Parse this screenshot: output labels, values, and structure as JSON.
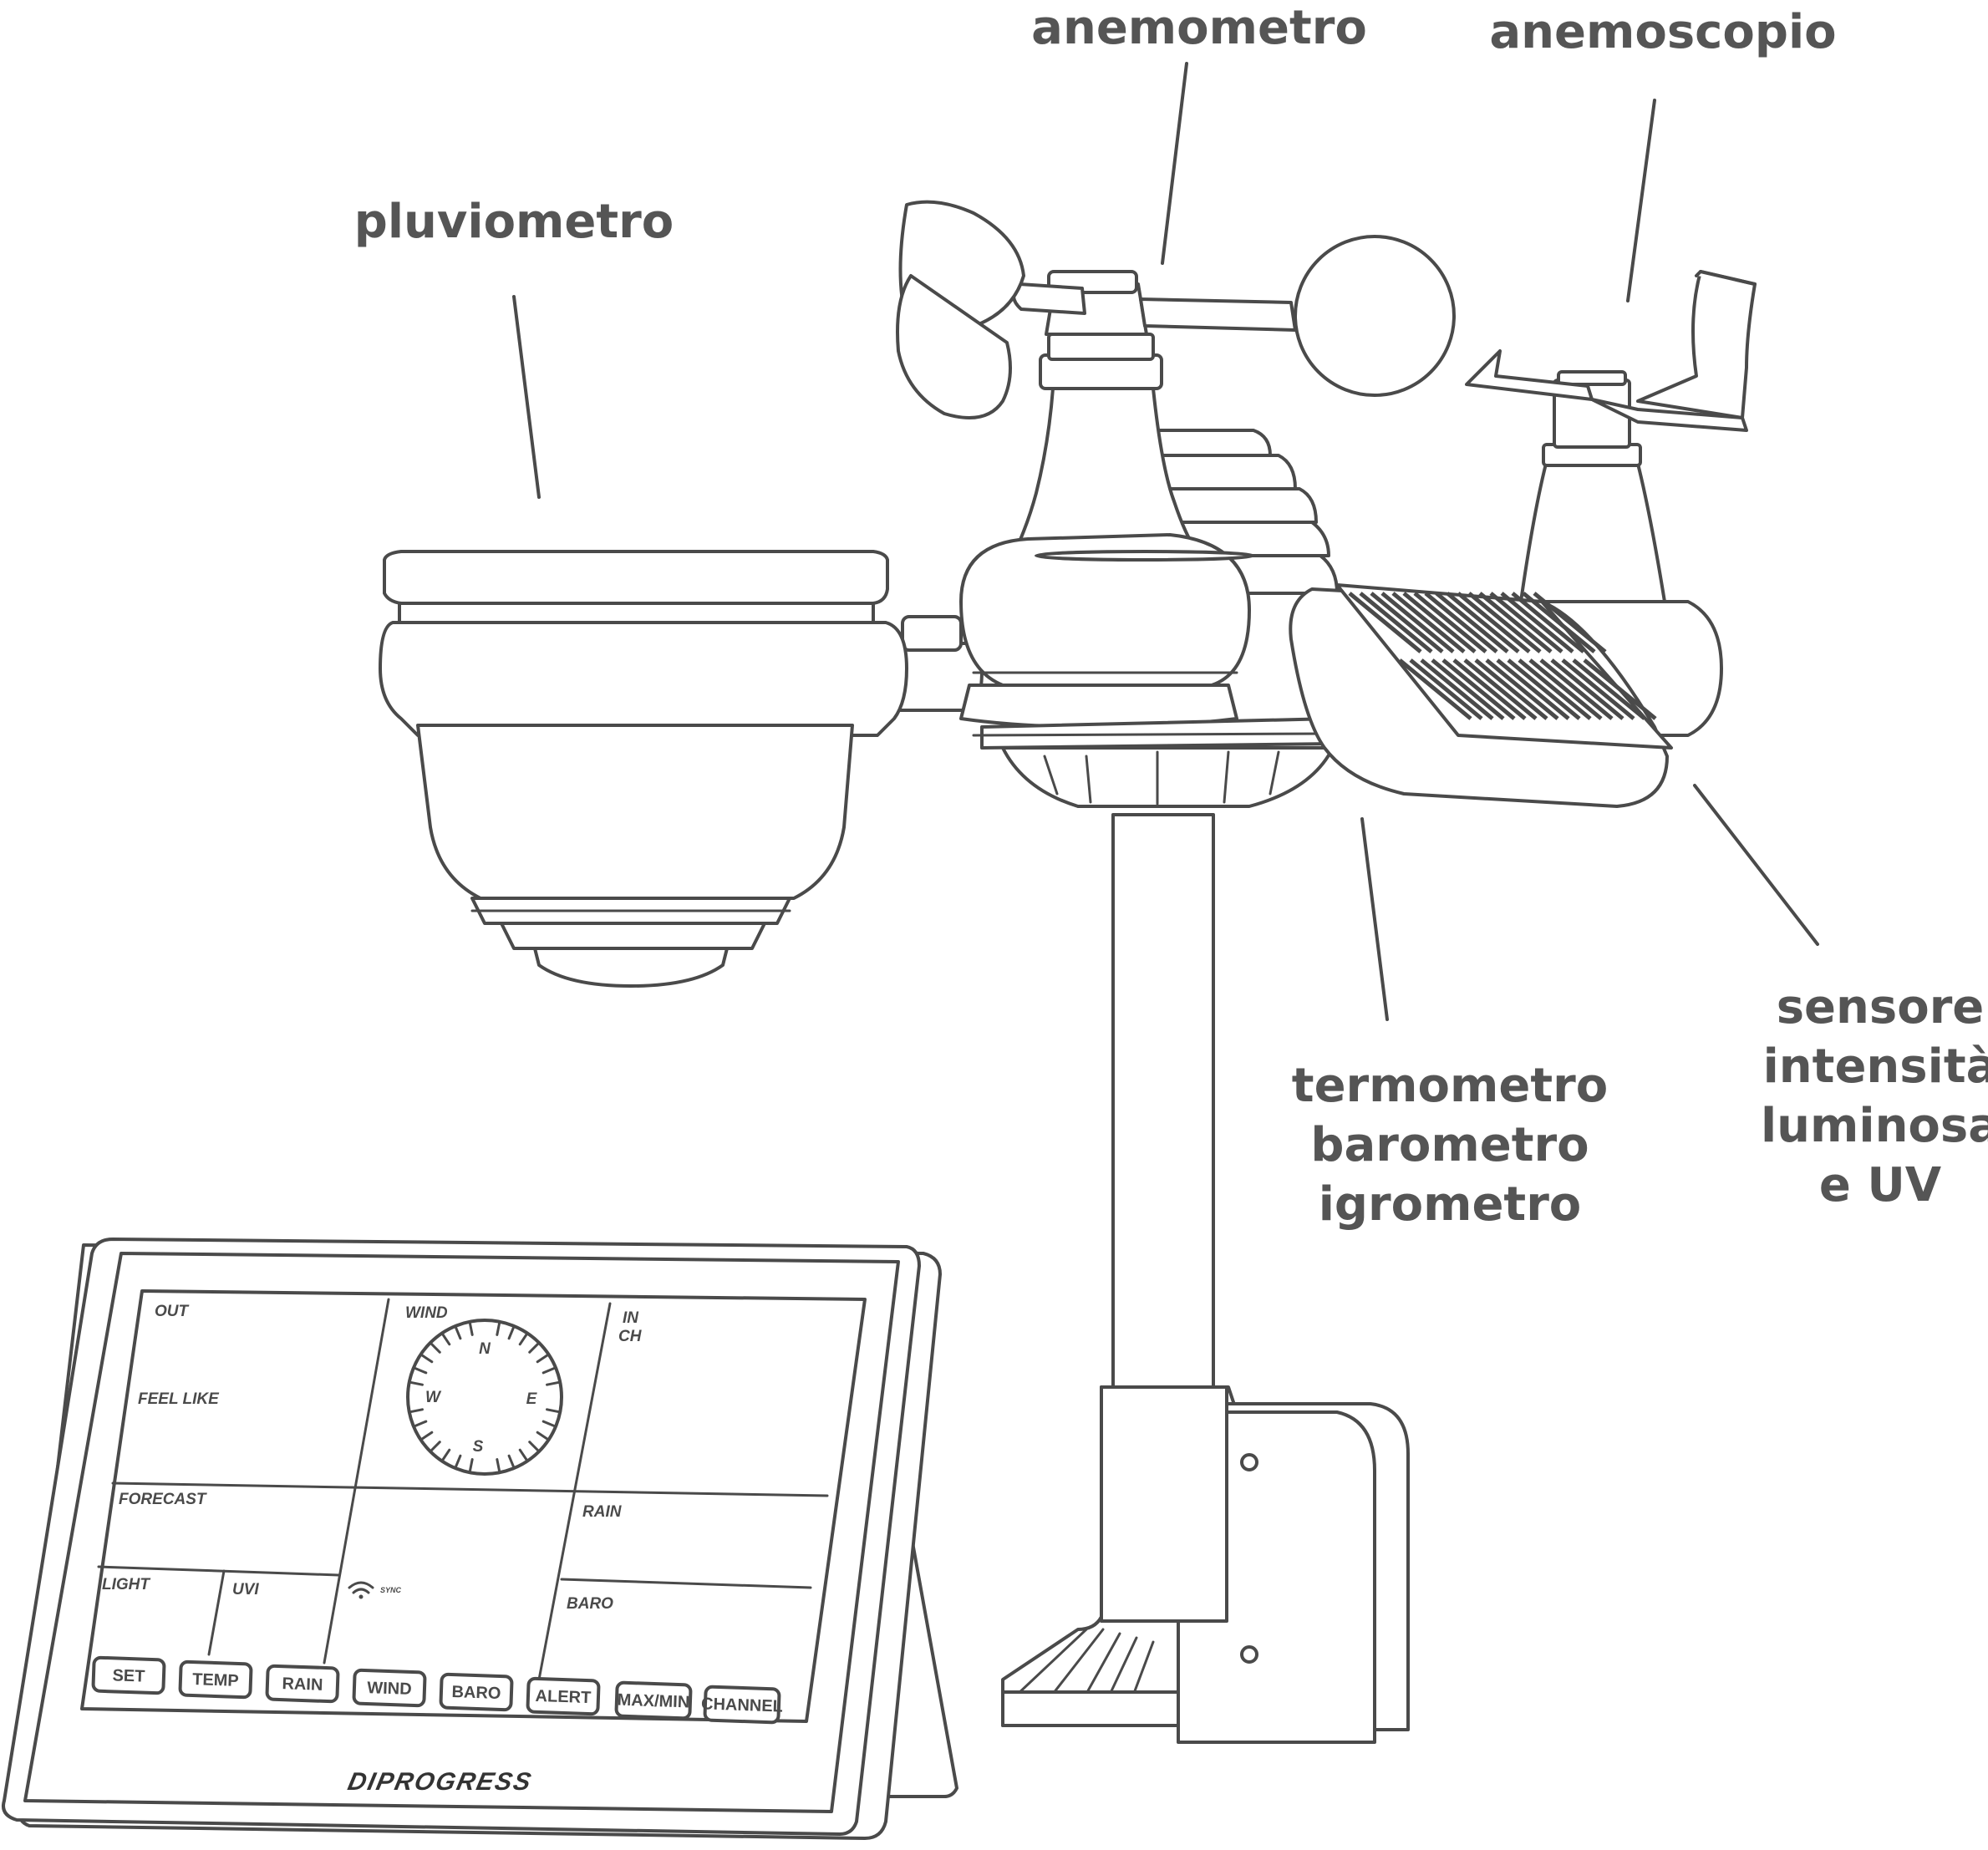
{
  "labels": {
    "anemometro": "anemometro",
    "anemoscopio": "anemoscopio",
    "pluviometro": "pluviometro",
    "thb": [
      "termometro",
      "barometro",
      "igrometro"
    ],
    "light": [
      "sensore",
      "intensità",
      "luminosa",
      "e UV"
    ]
  },
  "display": {
    "out": "OUT",
    "feel_like": "FEEL LIKE",
    "wind": "WIND",
    "in": "IN",
    "ch": "CH",
    "forecast": "FORECAST",
    "rain": "RAIN",
    "light": "LIGHT",
    "uvi": "UVI",
    "sync": "SYNC",
    "baro": "BARO",
    "compass": {
      "n": "N",
      "s": "S",
      "e": "E",
      "w": "W"
    },
    "buttons": [
      "SET",
      "TEMP",
      "RAIN",
      "WIND",
      "BARO",
      "ALERT",
      "MAX/MIN",
      "CHANNEL"
    ],
    "brand": "DIPROGRESS"
  }
}
